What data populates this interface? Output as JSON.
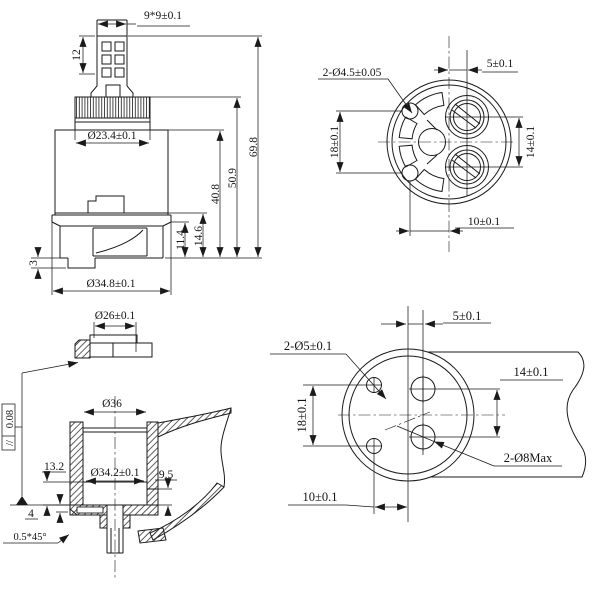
{
  "page": {
    "background": "#ffffff",
    "ink": "#1a1a1a"
  },
  "views": {
    "cartridge_side": {
      "dims": {
        "stem_square": "9*9±0.1",
        "stem_height": "12",
        "knurl_dia": "Ø23.4±0.1",
        "total_height": "69.8",
        "height_to_knurl": "50.9",
        "body_height": "40.8",
        "collar_height_outer": "14.6",
        "collar_height_inner": "11.4",
        "foot_step": "3",
        "base_dia": "Ø34.8±0.1"
      }
    },
    "cartridge_bottom": {
      "dims": {
        "small_holes": "2-Ø4.5±0.05",
        "offset_top": "5±0.1",
        "spacing_left": "18±0.1",
        "spacing_right": "14±0.1",
        "offset_bottom": "10±0.1"
      }
    },
    "housing_section": {
      "dims": {
        "ring_dia": "Ø26±0.1",
        "bore_dia": "Ø36",
        "seat_dia": "Ø34.2±0.1",
        "depth_left": "13.2",
        "depth_right": "9.5",
        "floor_step": "4",
        "chamfer": "0.5*45°",
        "parallelism_symbol": "//",
        "parallelism_tolerance": "0.08"
      }
    },
    "housing_bottom": {
      "dims": {
        "small_holes": "2-Ø5±0.1",
        "offset_top": "5±0.1",
        "spacing_right": "14±0.1",
        "spacing_left": "18±0.1",
        "large_holes": "2-Ø8Max",
        "offset_bottom": "10±0.1"
      }
    }
  }
}
